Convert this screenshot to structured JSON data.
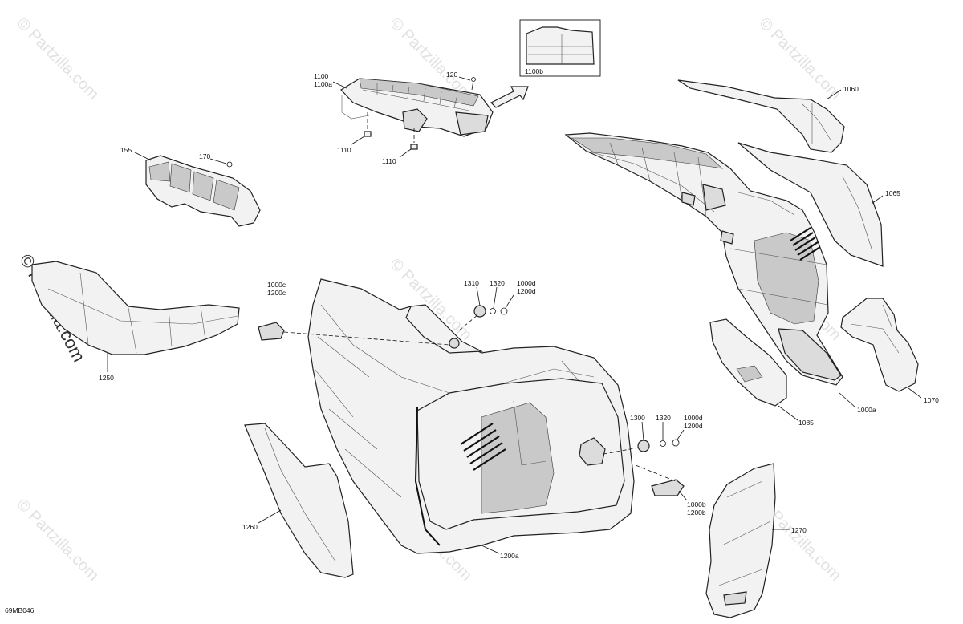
{
  "figure_id": "69MB046",
  "watermark": {
    "text": "© Partzilla.com",
    "corner_text": "© Partzilla.com"
  },
  "callouts": {
    "c1100": "1100",
    "c1100a": "1100a",
    "c120": "120",
    "c1110_left": "1110",
    "c1110_right": "1110",
    "c1100b": "1100b",
    "c1060": "1060",
    "c1065": "1065",
    "c155": "155",
    "c170": "170",
    "c1000c_left": "1000c",
    "c1200c_left": "1200c",
    "c1310": "1310",
    "c1320_top": "1320",
    "c1000d_top": "1000d",
    "c1200d_top": "1200d",
    "c1250": "1250",
    "c1300": "1300",
    "c1320_bot": "1320",
    "c1000d_bot": "1000d",
    "c1200d_bot": "1200d",
    "c1000b": "1000b",
    "c1200b": "1200b",
    "c1260": "1260",
    "c1200a": "1200a",
    "c1270": "1270",
    "c1085": "1085",
    "c1000a": "1000a",
    "c1070": "1070"
  }
}
